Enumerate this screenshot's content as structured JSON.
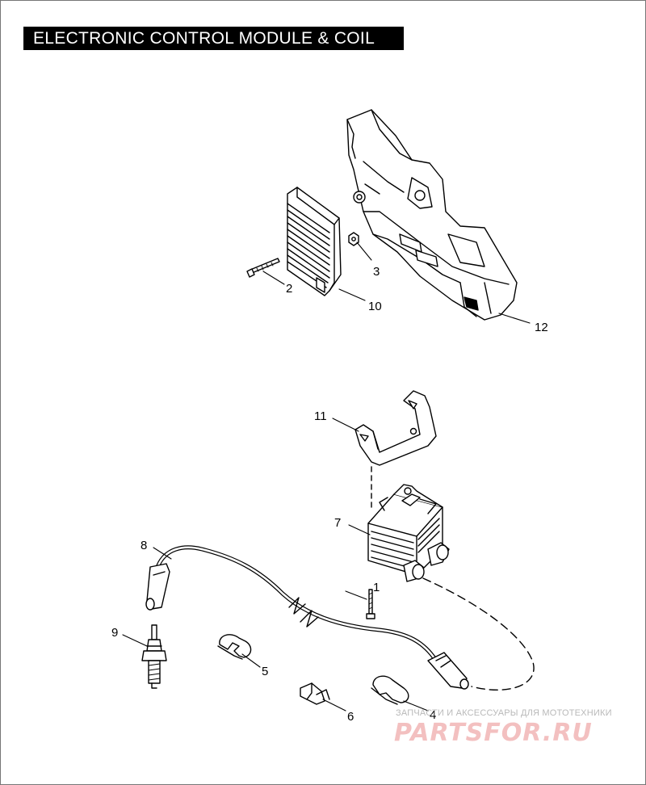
{
  "title": "ELECTRONIC CONTROL MODULE & COIL",
  "callouts": [
    {
      "id": "1",
      "label": "1"
    },
    {
      "id": "2",
      "label": "2"
    },
    {
      "id": "3",
      "label": "3"
    },
    {
      "id": "4",
      "label": "4"
    },
    {
      "id": "5",
      "label": "5"
    },
    {
      "id": "6",
      "label": "6"
    },
    {
      "id": "7",
      "label": "7"
    },
    {
      "id": "8",
      "label": "8"
    },
    {
      "id": "9",
      "label": "9"
    },
    {
      "id": "10",
      "label": "10"
    },
    {
      "id": "11",
      "label": "11"
    },
    {
      "id": "12",
      "label": "12"
    }
  ],
  "watermark": {
    "caption": "ЗАПЧАСТИ И АКСЕССУАРЫ ДЛЯ МОТОТЕХНИКИ",
    "logo": "PARTSFOR.RU"
  }
}
